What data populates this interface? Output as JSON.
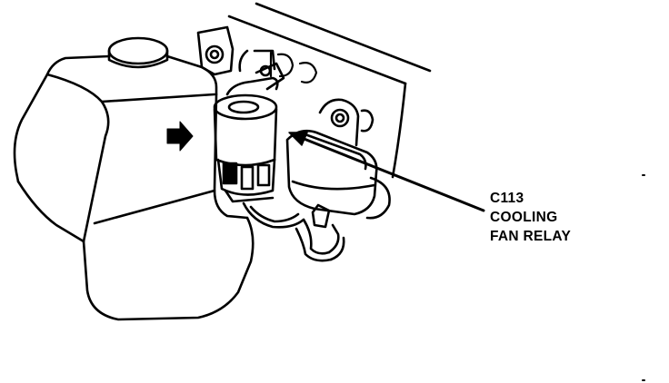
{
  "callout": {
    "connector_id": "C113",
    "line_1": "COOLING",
    "line_2": "FAN RELAY"
  },
  "colors": {
    "ink": "#000000",
    "paper": "#ffffff"
  },
  "icons": {
    "arrow": "right-arrow-icon"
  }
}
